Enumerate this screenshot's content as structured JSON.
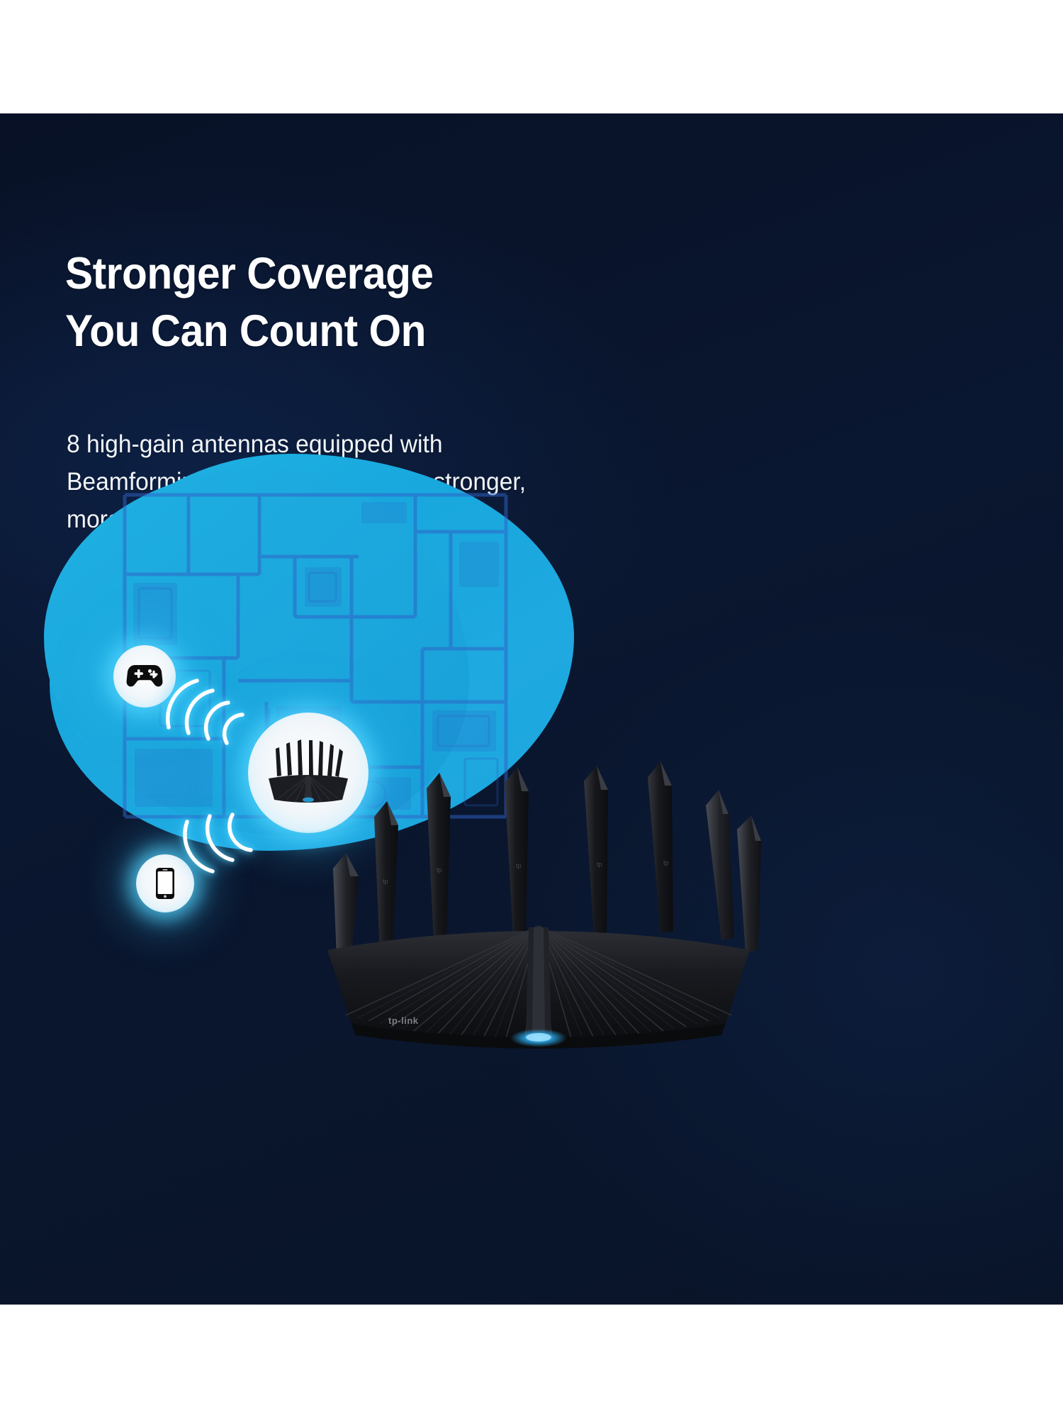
{
  "background": {
    "page_color": "#ffffff",
    "panel_color": "#0a1730",
    "accent_cyan": "#1fa9e0",
    "glow_cyan": "#55d7ff"
  },
  "headline": {
    "line1": "Stronger Coverage",
    "line2": "You Can Count On",
    "color": "#ffffff"
  },
  "subcopy": {
    "line1": "8 high-gain antennas equipped with",
    "line2": "Beamforming technology provides stronger,",
    "line3": "more reliable coverage."
  },
  "illustration": {
    "blob_label": "coverage-area-blob",
    "floorplan_label": "house-floorplan-blueprint",
    "devices": [
      {
        "id": "gamepad",
        "icon": "gamepad-icon",
        "glyph": "\u0000"
      },
      {
        "id": "router",
        "icon": "router-icon",
        "glyph": "\u0000"
      },
      {
        "id": "smartphone",
        "icon": "smartphone-icon",
        "glyph": "\u0000"
      }
    ],
    "signal_groups": [
      {
        "id": "upper",
        "arc_count": 4
      },
      {
        "id": "lower",
        "arc_count": 3
      }
    ]
  },
  "product": {
    "name": "wifi-router",
    "brand_text": "tp-link",
    "antenna_count": 8,
    "body_color": "#151619",
    "led_color": "#2aa8e8"
  }
}
